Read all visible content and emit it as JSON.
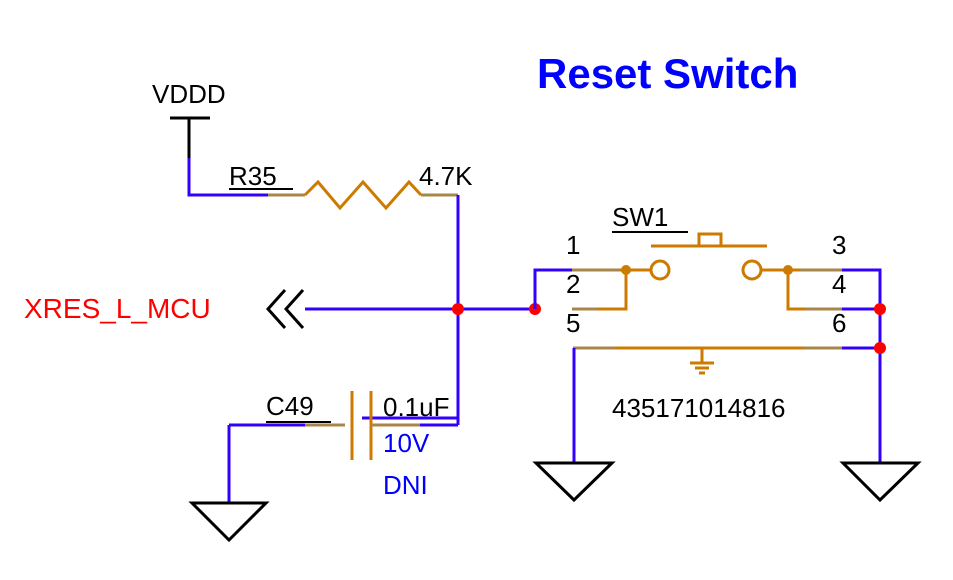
{
  "title": "Reset Switch",
  "colors": {
    "wire": "#3300ff",
    "pin": "#a8854a",
    "component": "#cc7a00",
    "junction": "#ff0000",
    "net_label": "#ff0000",
    "title": "#0000ff"
  },
  "power": {
    "label": "VDDD"
  },
  "net_port": {
    "label": "XRES_L_MCU",
    "icon": "double-chevron-left-icon"
  },
  "resistor": {
    "ref": "R35",
    "value": "4.7K"
  },
  "capacitor": {
    "ref": "C49",
    "value": "0.1uF",
    "voltage": "10V",
    "note": "DNI"
  },
  "switch": {
    "ref": "SW1",
    "part_number": "435171014816",
    "pins": [
      "1",
      "2",
      "3",
      "4",
      "5",
      "6"
    ]
  },
  "grounds": [
    "ground-cap",
    "ground-sw-left",
    "ground-sw-right"
  ]
}
